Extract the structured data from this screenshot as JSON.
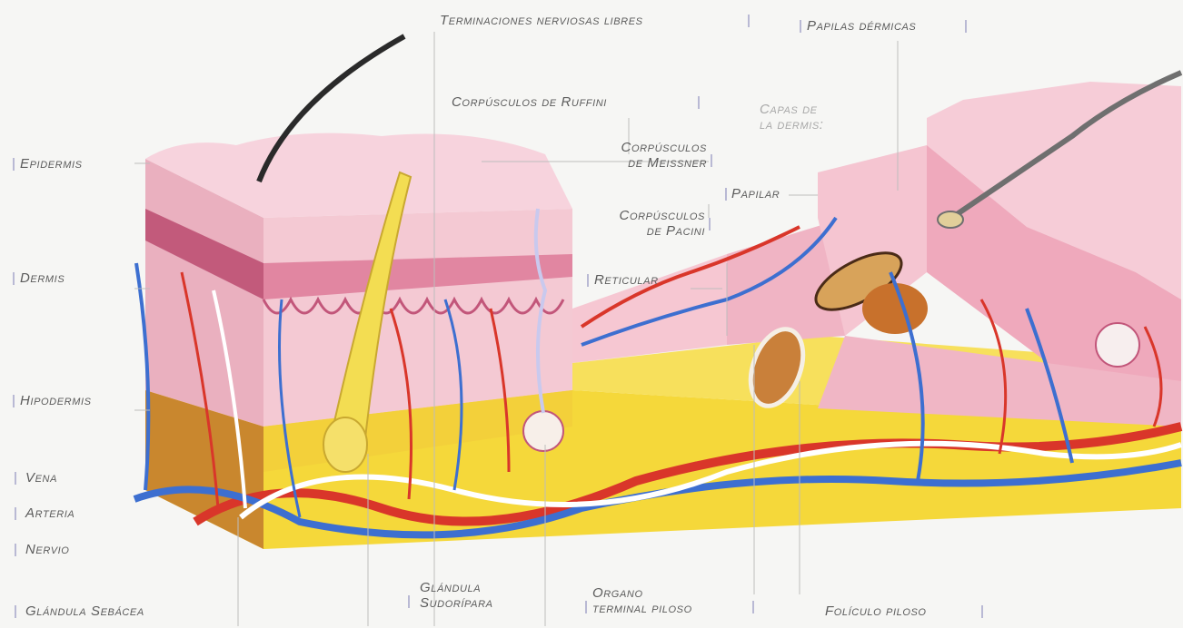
{
  "labels": {
    "terminaciones": "Terminaciones nerviosas libres",
    "papilas": "Papilas dérmicas",
    "ruffini": "Corpúsculos de Ruffini",
    "capas_1": "Capas de",
    "capas_2": "la dermis:",
    "meissner_1": "Corpúsculos",
    "meissner_2": "de Meissner",
    "pacini_1": "Corpúsculos",
    "pacini_2": "de Pacini",
    "papilar": "Papilar",
    "reticular": "Reticular",
    "epidermis": "Epidermis",
    "dermis": "Dermis",
    "hipodermis": "Hipodermis",
    "vena": "Vena",
    "arteria": "Arteria",
    "nervio": "Nervio",
    "sebacea": "Glándula Sebácea",
    "sudoripara_1": "Glándula",
    "sudoripara_2": "Sudorípara",
    "organo_1": "Organo",
    "organo_2": "terminal piloso",
    "foliculo": "Folículo piloso"
  },
  "colors": {
    "epidermis": "#f2c2cf",
    "dermis": "#e88fa8",
    "hypodermis": "#f6e04a",
    "artery": "#d9362a",
    "vein": "#3d6fd0",
    "nerve": "#ffffff",
    "hair": "#2a2a2a",
    "leader": "#b9b9b9"
  }
}
